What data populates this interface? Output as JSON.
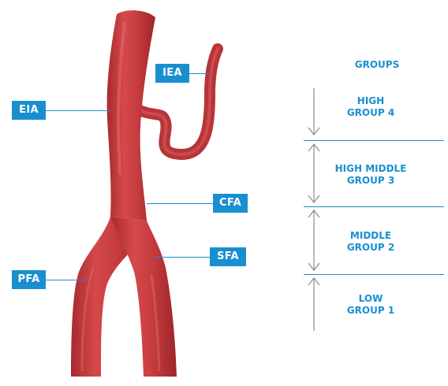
{
  "labels": {
    "iea": "IEA",
    "eia": "EIA",
    "cfa": "CFA",
    "sfa": "SFA",
    "pfa": "PFA"
  },
  "groups": {
    "header": "GROUPS",
    "g4": {
      "line1": "HIGH",
      "line2": "GROUP 4"
    },
    "g3": {
      "line1": "HIGH MIDDLE",
      "line2": "GROUP 3"
    },
    "g2": {
      "line1": "MIDDLE",
      "line2": "GROUP 2"
    },
    "g1": {
      "line1": "LOW",
      "line2": "GROUP 1"
    }
  },
  "colors": {
    "accent": "#1a8fd0",
    "artery": "#c43a3c",
    "artery_light": "#d9585a",
    "arrow": "#8a8a8a"
  }
}
